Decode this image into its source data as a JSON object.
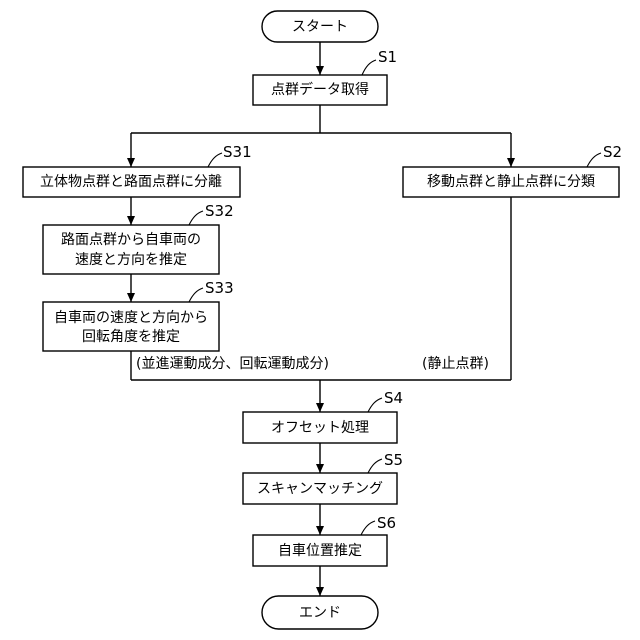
{
  "nodes": {
    "start": {
      "label": "スタート"
    },
    "s1": {
      "step": "S1",
      "label": "点群データ取得"
    },
    "s31": {
      "step": "S31",
      "label": "立体物点群と路面点群に分離"
    },
    "s2": {
      "step": "S2",
      "label": "移動点群と静止点群に分類"
    },
    "s32": {
      "step": "S32",
      "lines": [
        "路面点群から自車両の",
        "速度と方向を推定"
      ]
    },
    "s33": {
      "step": "S33",
      "lines": [
        "自車両の速度と方向から",
        "回転角度を推定"
      ]
    },
    "s4": {
      "step": "S4",
      "label": "オフセット処理"
    },
    "s5": {
      "step": "S5",
      "label": "スキャンマッチング"
    },
    "s6": {
      "step": "S6",
      "label": "自車位置推定"
    },
    "end": {
      "label": "エンド"
    }
  },
  "branch_labels": {
    "left": "(並進運動成分、回転運動成分)",
    "right": "(静止点群)"
  }
}
